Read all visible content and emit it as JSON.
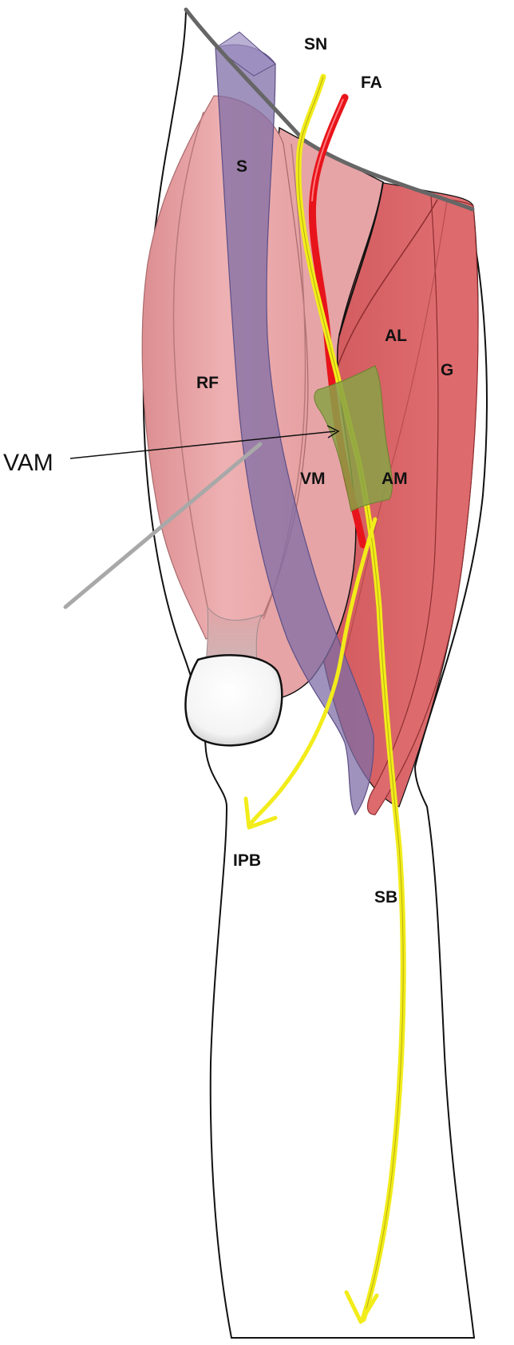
{
  "labels": {
    "sn": "SN",
    "fa": "FA",
    "s": "S",
    "al": "AL",
    "g": "G",
    "rf": "RF",
    "vam": "VAM",
    "vm": "VM",
    "am": "AM",
    "ipb": "IPB",
    "sb": "SB"
  },
  "colors": {
    "outline": "#111111",
    "rectus_femoris": "#e8a3a5",
    "vastus_medialis": "#e3a3a4",
    "adductors": "#d96163",
    "sartorius": "#7e6fa7",
    "femoral_artery": "#e8141b",
    "saphenous_nerve": "#f2ec1a",
    "block_area": "#8aa246",
    "patella": "#ffffff",
    "needle": "#a8a8a8",
    "inguinal_line": "#666666"
  }
}
